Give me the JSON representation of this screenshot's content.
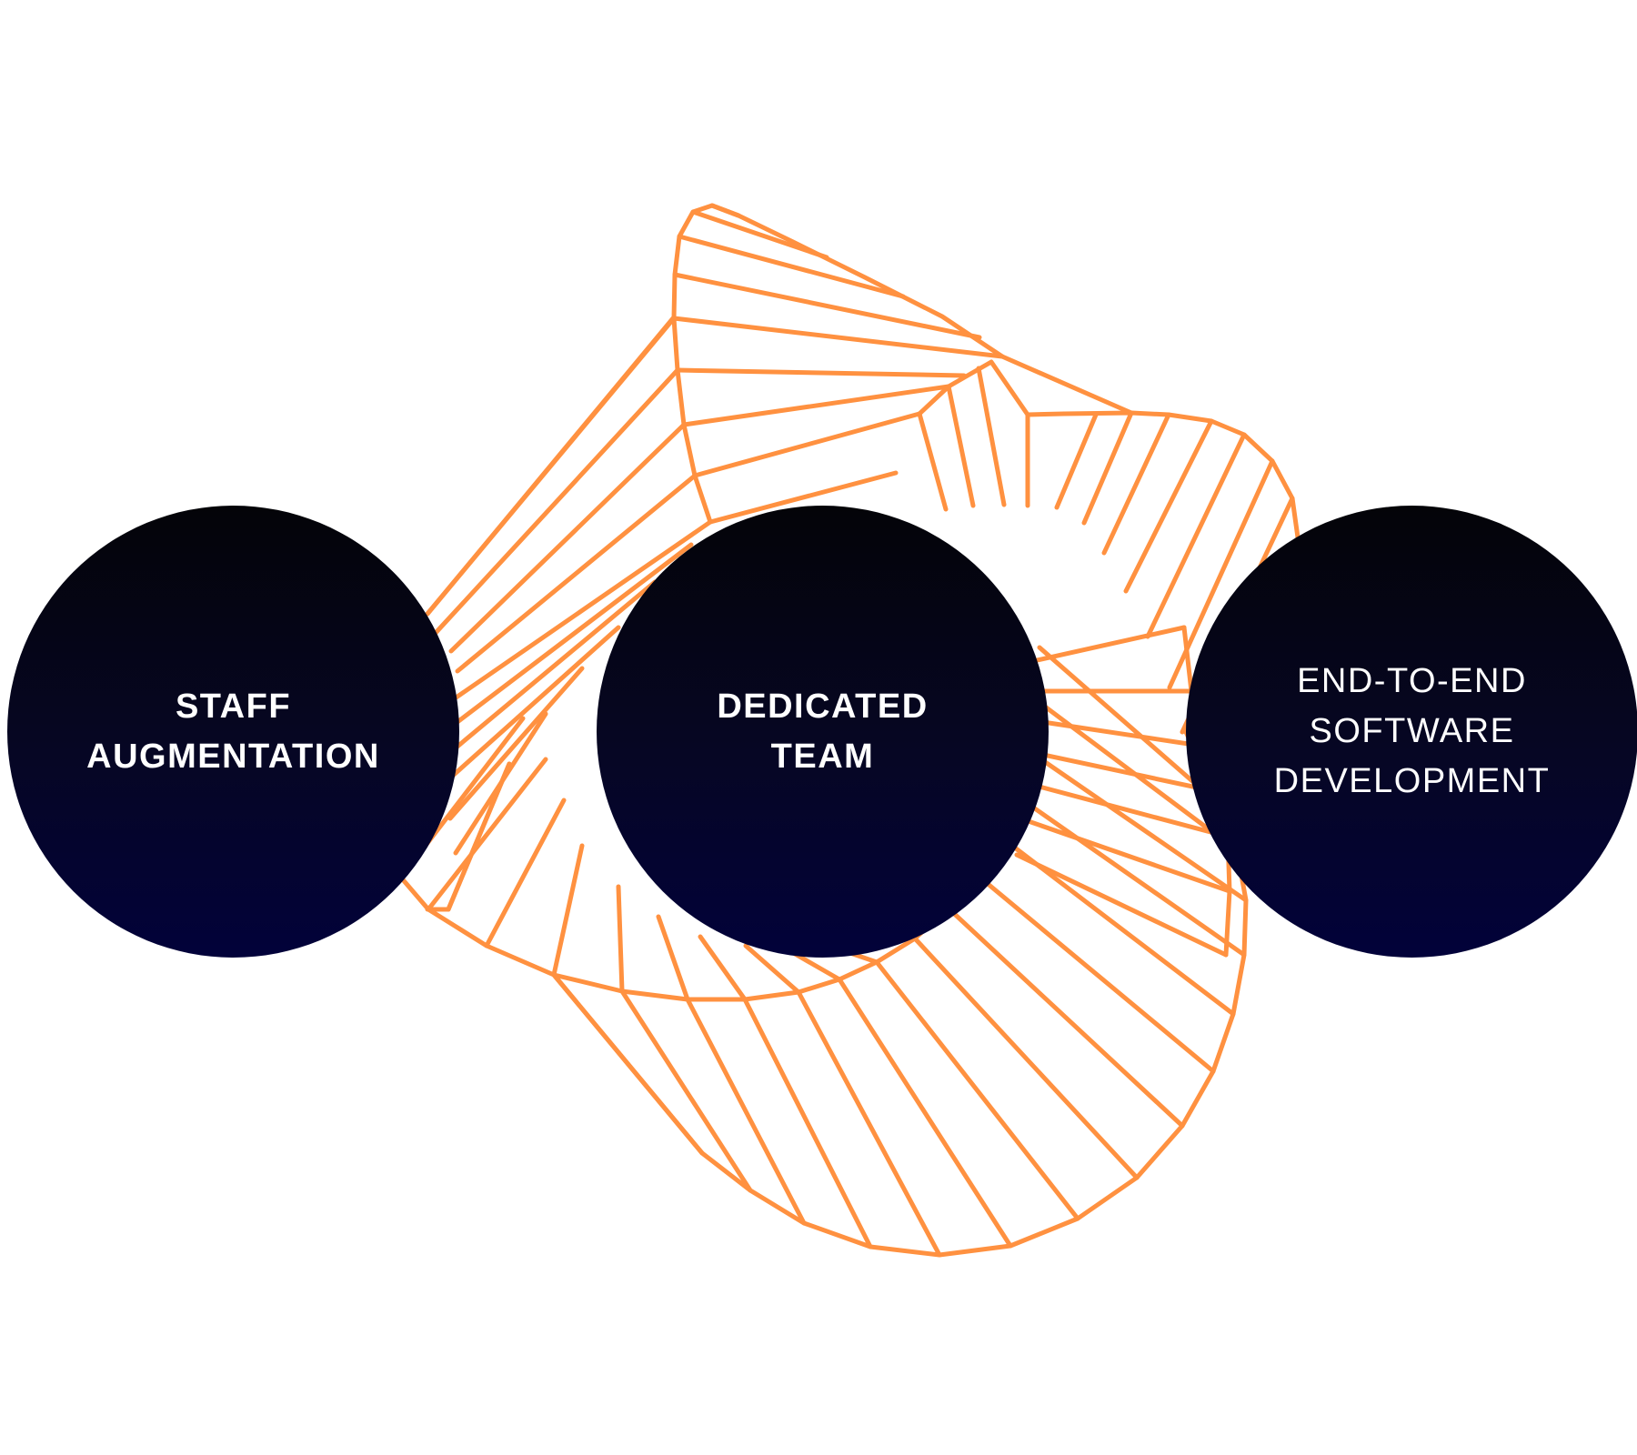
{
  "colors": {
    "ribbon": "#ff9140",
    "circle_top": "#040408",
    "circle_bottom": "#02023a",
    "label": "#ffffff",
    "background": "#ffffff"
  },
  "models": [
    {
      "id": "staff",
      "label": "STAFF\nAUGMENTATION"
    },
    {
      "id": "dedicated",
      "label": "DEDICATED\nTEAM"
    },
    {
      "id": "e2e",
      "label": "END-TO-END\nSOFTWARE\nDEVELOPMENT"
    }
  ]
}
